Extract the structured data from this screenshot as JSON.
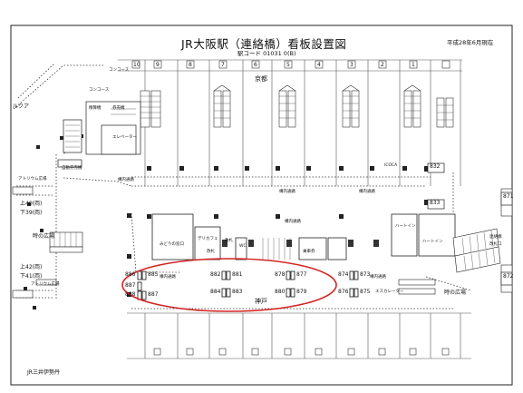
{
  "header": {
    "title": "JR大阪駅（連絡橋）看板設置図",
    "subtitle": "駅コード 01031 0(B)",
    "date": "平成28年6月現在"
  },
  "tracks": {
    "upper": "京都",
    "lower": "神戸"
  },
  "labels": {
    "lucua": "ルクア",
    "passage_left": "構内通路",
    "passage_center": "構内通路",
    "passage_right": "構内通路",
    "passage_lower": "構内通路",
    "passage_lower_right": "構内通路",
    "passage_mid": "構内通路",
    "ticket_gate": "改札",
    "clock_plaza": "時の広場",
    "clock_plaza_right": "時の広場",
    "atrium_plaza": "アトリウム広場",
    "atrium_plaza_lower": "アトリウム広場",
    "jr_mitsui": "JR三井伊勢丹",
    "platform_up40": "上40(両)",
    "platform_down39": "下39(両)",
    "platform_up42": "上42(両)",
    "platform_down41": "下41(両)",
    "icoca": "ICOCA",
    "sign_832": "832",
    "sign_833": "833",
    "sign_871": "871",
    "sign_872": "872",
    "heartin_1": "ハートイン",
    "heartin_2": "ハートイン",
    "wc": "WC",
    "midori": "みどりの窓口",
    "dakudo": "デリカフェ",
    "ticket_area": "乗車券",
    "exit_label": "改札",
    "lower_escalator": "エスカレーター",
    "left_small_1": "コンコース",
    "left_small_2": "自動券売機",
    "left_small_3": "精算機",
    "left_small_4": "券売機",
    "center_box_1": "コンコース",
    "center_box_2": "エレベーター",
    "right_small_1": "連絡橋",
    "right_small_2": "改札口"
  },
  "signs": {
    "g1": [
      "886",
      "885",
      "887",
      "888",
      "887"
    ],
    "g2": [
      "882",
      "881",
      "884",
      "883"
    ],
    "g3": [
      "878",
      "877",
      "880",
      "879"
    ],
    "g4": [
      "874",
      "873",
      "876",
      "875"
    ]
  },
  "platform_numbers": [
    "10",
    "9",
    "8",
    "7",
    "6",
    "5",
    "4",
    "3",
    "2",
    "1"
  ],
  "highlight": {
    "color": "#d42323"
  }
}
